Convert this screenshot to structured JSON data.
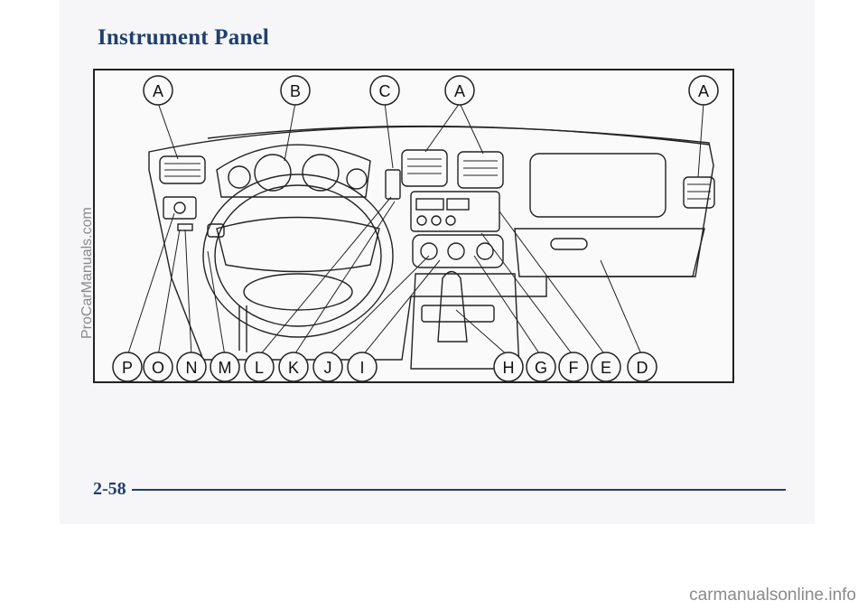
{
  "page": {
    "title": "Instrument Panel",
    "page_number": "2-58"
  },
  "figure": {
    "callouts_top": [
      "A",
      "B",
      "C",
      "A",
      "A"
    ],
    "callouts_bottom": [
      "P",
      "O",
      "N",
      "M",
      "L",
      "K",
      "J",
      "I",
      "H",
      "G",
      "F",
      "E",
      "D"
    ]
  },
  "watermarks": {
    "side": "ProCarManuals.com",
    "footer": "carmanualsonline.info"
  },
  "colors": {
    "heading": "#1f3f6e",
    "line_art": "#222222"
  }
}
